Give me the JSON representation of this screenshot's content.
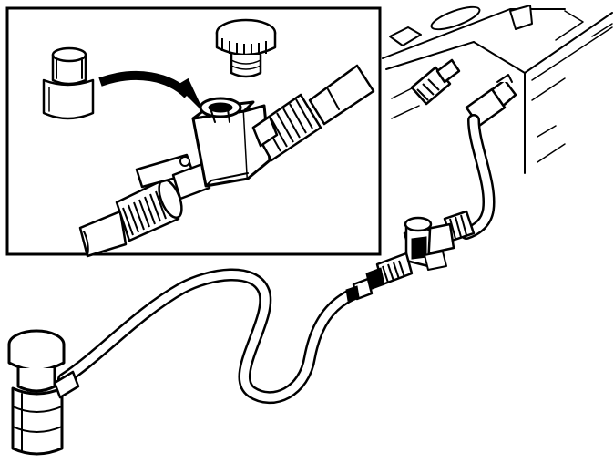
{
  "illustration": {
    "colors": {
      "ink": "#000000",
      "paper": "#ffffff"
    },
    "parts": [
      "inset-detail-box",
      "protective-cap",
      "cap-screw",
      "tee-fitting",
      "fuel-hose",
      "gauge-head",
      "fuel-rail-connection",
      "engine-block-corner"
    ]
  }
}
